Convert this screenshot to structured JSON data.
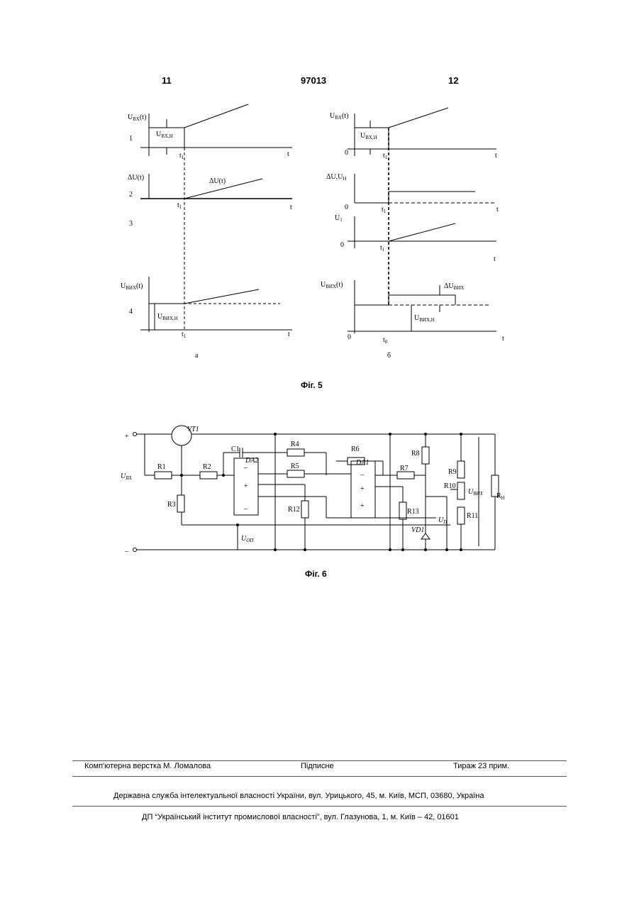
{
  "header": {
    "left_page": "11",
    "patent_number": "97013",
    "right_page": "12"
  },
  "fig5": {
    "caption": "Фіг. 5",
    "panel_a": {
      "label": "а",
      "row_numbers": [
        "1",
        "2",
        "3",
        "4"
      ],
      "y_labels": [
        "U",
        "ΔU(t)",
        "U"
      ],
      "y_subs": [
        "BX",
        "ВИХ"
      ],
      "y_suffix": "(t)",
      "curve_label": "ΔU(t)",
      "step_label": "U",
      "step_sub": "BX,H",
      "out_label": "U",
      "out_sub": "ВИХ,Н",
      "t_label": "t",
      "t1_label": "t",
      "t1_sub": "1"
    },
    "panel_b": {
      "label": "б",
      "y_labels": [
        "U",
        "ΔU,U",
        "U",
        "U"
      ],
      "y_subs": [
        "BX",
        "H",
        "1",
        "ВИХ"
      ],
      "y_suffix": "(t)",
      "zero": "0",
      "step_label": "U",
      "step_sub": "BX,H",
      "delta_label": "ΔU",
      "delta_sub": "ВИХ",
      "out_label": "U",
      "out_sub": "ВИХ,Н",
      "t_label": "t",
      "t1_label": "t",
      "t1_sub": "1",
      "t0_sub": "0"
    }
  },
  "fig6": {
    "caption": "Фіг. 6",
    "components": [
      "VT1",
      "R1",
      "R2",
      "R3",
      "C1",
      "DA2",
      "R4",
      "R5",
      "R6",
      "DA1",
      "R7",
      "R8",
      "R12",
      "R13",
      "VD1",
      "R9",
      "R10",
      "R11"
    ],
    "load": "R",
    "load_sub": "H",
    "input": "U",
    "input_sub": "BX",
    "output": "U",
    "output_sub": "ВИХ",
    "ref": "U",
    "ref_sub": "ОП",
    "reg": "U",
    "reg_sub": "П",
    "plus": "+",
    "minus": "–",
    "op_minus": "–",
    "op_plus": "+"
  },
  "footer": {
    "layout": "Комп'ютерна верстка М. Ломалова",
    "signed": "Підписне",
    "circulation": "Тираж 23 прим.",
    "agency": "Державна служба інтелектуальної власності України, вул. Урицького, 45, м. Київ, МСП, 03680, Україна",
    "institute": "ДП “Український інститут промислової власності”, вул. Глазунова, 1, м. Київ – 42, 01601"
  }
}
